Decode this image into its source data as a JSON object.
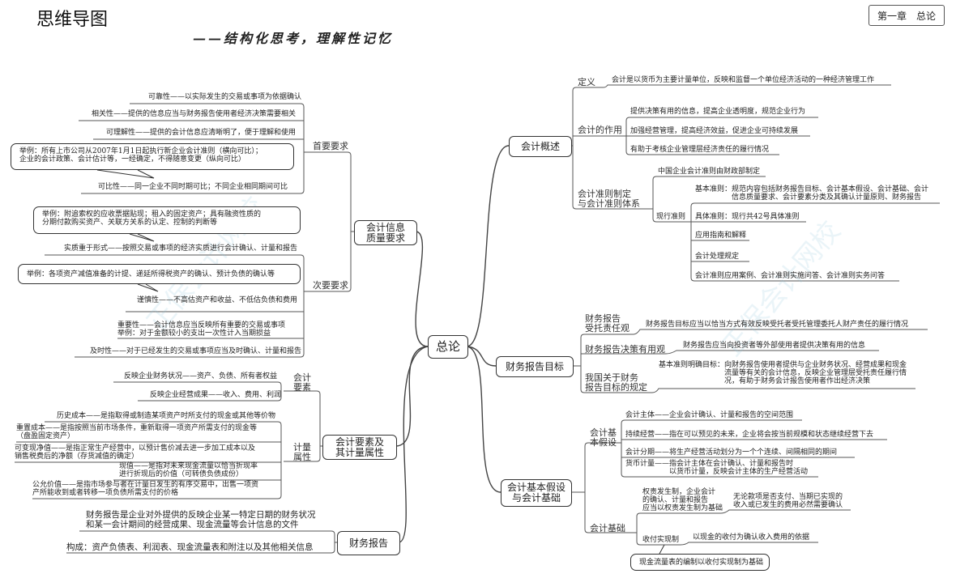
{
  "header": {
    "title": "思维导图",
    "subtitle": "——结构化思考，理解性记忆",
    "chapter_badge": "第一章　总论"
  },
  "center": "总论",
  "quality": {
    "node": "会计信息\n质量要求",
    "primary_label": "首要要求",
    "secondary_label": "次要要求",
    "reliability": "可靠性——以实际发生的交易或事项为依据确认",
    "relevance": "相关性——提供的信息应当与财务报告使用者经济决策需要相关",
    "understandability": "可理解性——提供的会计信息应清晰明了，便于理解和使用",
    "comparability_example": "举例：所有上市公司从2007年1月1日起执行新企业会计准则（横向可比）；\n企业的会计政策、会计估计等，一经确定，不得随意变更（纵向可比）",
    "comparability": "可比性——同一企业不同时期可比；不同企业相同期间可比",
    "substance_example": "举例：附追索权的应收票据贴现；租入的固定资产；具有融资性质的\n分期付款购买资产、关联方关系的认定、控制的判断等",
    "substance": "实质重于形式——按照交易或事项的经济实质进行会计确认、计量和报告",
    "prudence_example": "举例：各项资产减值准备的计提、递延所得税资产的确认、预计负债的确认等",
    "prudence": "谨慎性——不高估资产和收益、不低估负债和费用",
    "materiality": "重要性——会计信息应当反映所有重要的交易或事项\n举例：对于金额较小的支出一次性计入当期损益",
    "timeliness": "及时性——对于已经发生的交易或事项应当及时确认、计量和报告"
  },
  "elements": {
    "node": "会计要素及\n其计量属性",
    "elements_label": "会计\n要素",
    "measurement_label": "计量\n属性",
    "financial_position": "反映企业财务状况——资产、负债、所有者权益",
    "operating_results": "反映企业经营成果——收入、费用、利润",
    "historical_cost": "历史成本——是指取得或制造某项资产时所支付的现金或其他等价物",
    "replacement_cost": "重置成本——是指按照当前市场条件，重新取得一项资产所需支付的现金等\n（盘盈固定资产）",
    "net_realizable_value": "可变现净值——是指正常生产经营中，以预计售价减去进一步加工成本以及\n销售税费后的净额（存货减值的确定）",
    "present_value": "现值——是指对未来现金流量以恰当折现率\n进行折现后的价值（可转债负债成份）",
    "fair_value": "公允价值——是指市场参与者在计量日发生的有序交易中，出售一项资\n产所能收到或者转移一项负债所需支付的价格"
  },
  "report": {
    "node": "财务报告",
    "definition": "财务报告是企业对外提供的反映企业某一特定日期的财务状况\n和某一会计期间的经营成果、现金流量等会计信息的文件",
    "composition": "构成：资产负债表、利润表、现金流量表和附注以及其他相关信息"
  },
  "overview": {
    "node": "会计概述",
    "definition_label": "定义",
    "definition": "会计是以货币为主要计量单位，反映和监督一个单位经济活动的一种经济管理工作",
    "role_label": "会计的作用",
    "roles": [
      "提供决策有用的信息，提高企业透明度，规范企业行为",
      "加强经营管理，提高经济效益，促进企业可持续发展",
      "有助于考核企业管理层经济责任的履行情况"
    ],
    "standards_label": "会计准则制定\n与会计准则体系",
    "standards_maker": "中国企业会计准则由财政部制定",
    "current_label": "现行准则",
    "current": [
      "基本准则：规范内容包括财务报告目标、会计基本假设、会计基础、会计\n　　　　　信息质量要求、会计要素分类及其确认计量原则、财务报告",
      "具体准则：现行共42号具体准则",
      "应用指南和解释",
      "会计处理规定",
      "会计准则应用案例、会计准则实施问答、会计准则实务问答"
    ]
  },
  "objective": {
    "node": "财务报告目标",
    "stewardship_label": "财务报告\n受托责任观",
    "stewardship": "财务报告目标应当以恰当方式有效反映受托者受托管理委托人财产责任的履行情况",
    "usefulness_label": "财务报告决策有用观",
    "usefulness": "财务报告应当向投资者等外部使用者提供决策有用的信息",
    "china_label": "我国关于财务\n报告目标的规定",
    "china": "基本准则明确目标：向财务报告使用者提供与企业财务状况、经营成果和现金\n　　　　　　　　　流量等有关的会计信息，反映企业管理层受托责任履行情\n　　　　　　　　　况，有助于财务会计报告使用者作出经济决策"
  },
  "assumptions": {
    "node": "会计基本假设\n与会计基础",
    "assumptions_label": "会计基\n本假设",
    "entity": "会计主体——企业会计确认、计量和报告的空间范围",
    "going_concern": "持续经营——指在可以预见的未来，企业将会按当前规模和状态继续经营下去",
    "periodicity": "会计分期——将生产经营活动划分为一个个连续、间隔相同的期间",
    "monetary": "货币计量——指会计主体在会计确认、计量和报告时\n　　　　　　以货币计量，反映会计主体的生产经营活动",
    "basis_label": "会计基础",
    "accrual": "权责发生制，企业会计\n的确认、计量和报告\n应当以权责发生制为基础",
    "accrual_note": "无论款项是否支付、当期已实现的\n收入或已发生的费用必然需要确认",
    "cash": "收付实现制",
    "cash_note": "以现金的收付为确认收入费用的依据",
    "cash_example": "现金流量表的编制以收付实现制为基础"
  }
}
